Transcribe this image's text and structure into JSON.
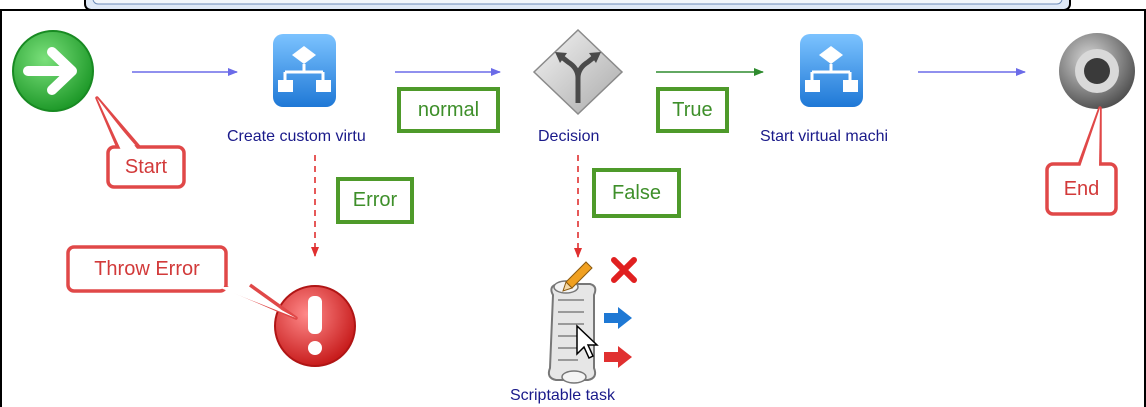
{
  "nodes": {
    "create_task": "Create custom virtu",
    "decision": "Decision",
    "start_vm": "Start virtual machi",
    "scriptable": "Scriptable task"
  },
  "edge_labels": {
    "normal": "normal",
    "true": "True",
    "error": "Error",
    "false": "False"
  },
  "callouts": {
    "start": "Start",
    "end": "End",
    "throw_error": "Throw Error"
  },
  "colors": {
    "callout_border": "#e04848",
    "tag_border": "#4e9a2a",
    "normal_arrow": "#6b6be8",
    "true_arrow": "#2e8b2e",
    "error_arrow": "#e03030"
  },
  "icons": [
    "start-icon",
    "workflow-icon",
    "decision-icon",
    "end-icon",
    "error-icon",
    "scroll-icon",
    "pencil-icon",
    "delete-icon",
    "cursor-icon"
  ]
}
